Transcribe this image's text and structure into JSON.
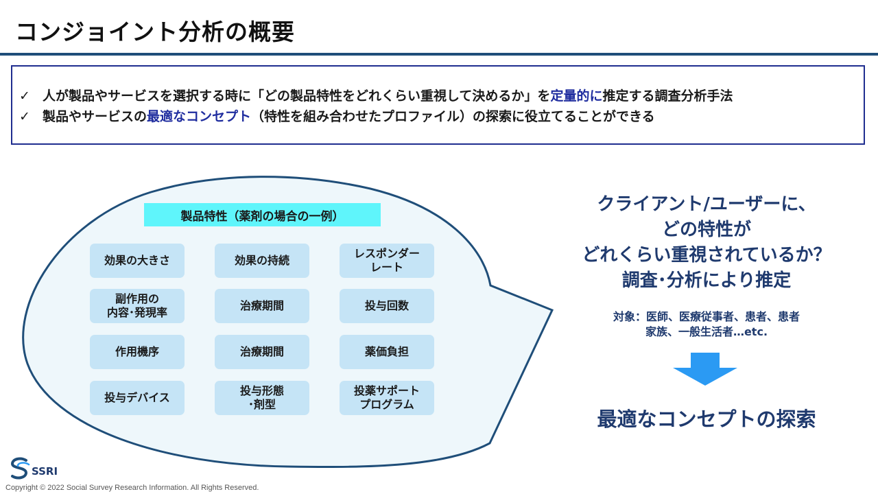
{
  "title": "コンジョイント分析の概要",
  "summary": {
    "bullet1": {
      "check": "✓",
      "before": "人が製品やサービスを選択する時に「どの製品特性をどれくらい重視して決めるか」を",
      "highlight": "定量的に",
      "after": "推定する調査分析手法"
    },
    "bullet2": {
      "check": "✓",
      "before": "製品やサービスの",
      "highlight": "最適なコンセプト",
      "after": "（特性を組み合わせたプロファイル）の探索に役立てることができる"
    }
  },
  "features": {
    "header": "製品特性（薬剤の場合の一例）",
    "items": [
      "効果の大きさ",
      "効果の持続",
      "レスポンダー\nレート",
      "副作用の\n内容･発現率",
      "治療期間",
      "投与回数",
      "作用機序",
      "治療期間",
      "薬価負担",
      "投与デバイス",
      "投与形態\n･剤型",
      "投薬サポート\nプログラム"
    ]
  },
  "right": {
    "heading_lines": [
      "クライアント/ユーザーに、",
      "どの特性が",
      "どれくらい重視されているか？",
      "調査･分析により推定"
    ],
    "target_lines": [
      "対象：医師、医療従事者、患者、患者",
      "家族、一般生活者…etc."
    ],
    "result": "最適なコンセプトの探索"
  },
  "footer": {
    "logo_text": "SSRI",
    "copyright": "Copyright © 2022 Social Survey Research Information. All Rights Reserved."
  },
  "colors": {
    "title_rule": "#1f4e79",
    "box_border": "#1f2d8f",
    "highlight": "#1f2d9f",
    "bubble_fill": "#eef7fb",
    "bubble_stroke": "#1f4e79",
    "feature_fill": "#c5e4f6",
    "header_fill": "#5ff5fb",
    "arrow": "#2b9af3",
    "right_text": "#1f3a6e"
  }
}
